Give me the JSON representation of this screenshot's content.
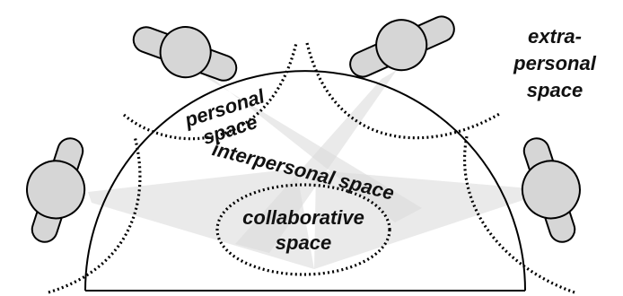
{
  "labels": {
    "extra_personal_line1": "extra-",
    "extra_personal_line2": "personal",
    "extra_personal_line3": "space",
    "personal_line1": "personal",
    "personal_line2": "space",
    "interpersonal": "interpersonal space",
    "collaborative_line1": "collaborative",
    "collaborative_line2": "space"
  },
  "colors": {
    "person_fill": "#d6d6d6",
    "beam_fill": "#d9d9d9",
    "outline": "#000000",
    "text": "#111111"
  },
  "people": [
    {
      "id": "top-left",
      "icon": "person-top-view"
    },
    {
      "id": "top-right",
      "icon": "person-top-view"
    },
    {
      "id": "left",
      "icon": "person-top-view"
    },
    {
      "id": "right",
      "icon": "person-top-view"
    }
  ]
}
